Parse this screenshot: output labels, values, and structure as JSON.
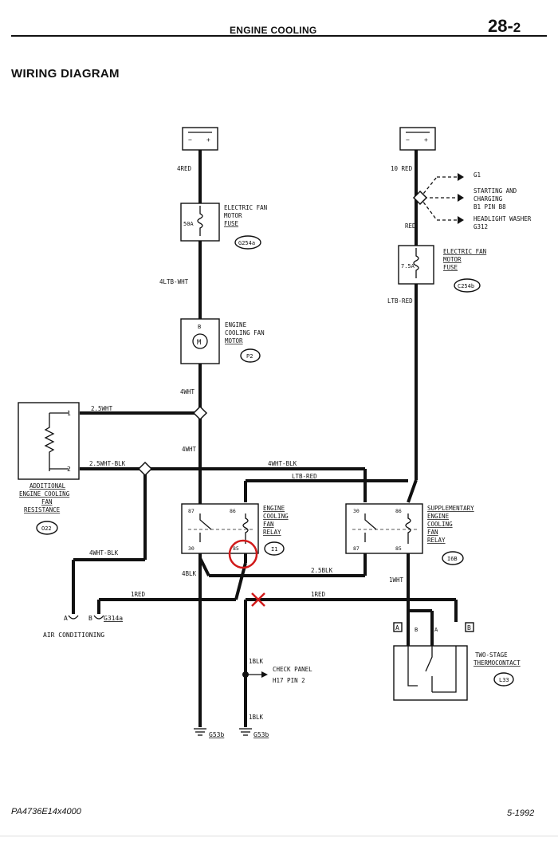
{
  "header": {
    "section_title": "ENGINE COOLING",
    "page_number": "28-",
    "page_number_sub": "2"
  },
  "title": "WIRING DIAGRAM",
  "footer": {
    "doc_code": "PA4736E14x4000",
    "date": "5-1992"
  },
  "wires": {
    "left_battery": "4RED",
    "right_battery": "10 RED",
    "left_fuse_out": "4LTB-WHT",
    "motor_out": "4WHT",
    "junction_to_resistance": "2.5WHT",
    "junction_down": "4WHT",
    "resistance_out": "2.5WHT-BLK",
    "resistance_to_supp": "4WHT-BLK",
    "ltb_red": "LTB-RED",
    "ac_feed": "4WHT-BLK",
    "relay_out": "4BLK",
    "relay_to_supp": "2.5BLK",
    "red_left": "1RED",
    "red_right": "1RED",
    "supp_out": "1WHT",
    "red_branch": "RED",
    "right_fuse_out": "LTB-RED",
    "check_blk": "1BLK",
    "ground_blk": "1BLK"
  },
  "components": {
    "fuse_left": {
      "rating": "50A",
      "label": [
        "ELECTRIC FAN",
        "MOTOR",
        "FUSE"
      ],
      "code": "G254a"
    },
    "fuse_right": {
      "rating": "7.5A",
      "label": [
        "ELECTRIC FAN",
        "MOTOR",
        "FUSE"
      ],
      "code": "C254b"
    },
    "motor": {
      "label": [
        "ENGINE",
        "COOLING FAN",
        "MOTOR"
      ],
      "code": "P2",
      "symbol": "M",
      "pin": "B"
    },
    "resistance": {
      "label": [
        "ADDITIONAL",
        "ENGINE COOLING",
        "FAN",
        "RESISTANCE"
      ],
      "code": "O22",
      "pins": [
        "1",
        "2"
      ]
    },
    "relay_main": {
      "label": [
        "ENGINE",
        "COOLING",
        "FAN",
        "RELAY"
      ],
      "code": "I1",
      "pins": [
        "87",
        "86",
        "30",
        "85"
      ]
    },
    "relay_supp": {
      "label": [
        "SUPPLEMENTARY",
        "ENGINE",
        "COOLING",
        "FAN",
        "RELAY"
      ],
      "code": "I6B",
      "pins": [
        "30",
        "86",
        "87",
        "85"
      ]
    },
    "thermo": {
      "label": [
        "TWO-STAGE",
        "THERMOCONTACT"
      ],
      "code": "L33",
      "pins": [
        "B",
        "A"
      ],
      "boxes": [
        "A",
        "B"
      ]
    }
  },
  "branches": {
    "g1": "G1",
    "starting": [
      "STARTING AND",
      "CHARGING",
      "B1 PIN B8"
    ],
    "headlight": [
      "HEADLIGHT WASHER",
      "G312"
    ]
  },
  "ac": {
    "pin_a": "A",
    "pin_b": "B",
    "code": "G314a",
    "label": "AIR CONDITIONING"
  },
  "check_panel": [
    "CHECK PANEL",
    "H17 PIN 2"
  ],
  "grounds": [
    "G53b",
    "G53b"
  ],
  "markers": {
    "circle_color": "#d11a1a",
    "cross_color": "#d11a1a"
  }
}
